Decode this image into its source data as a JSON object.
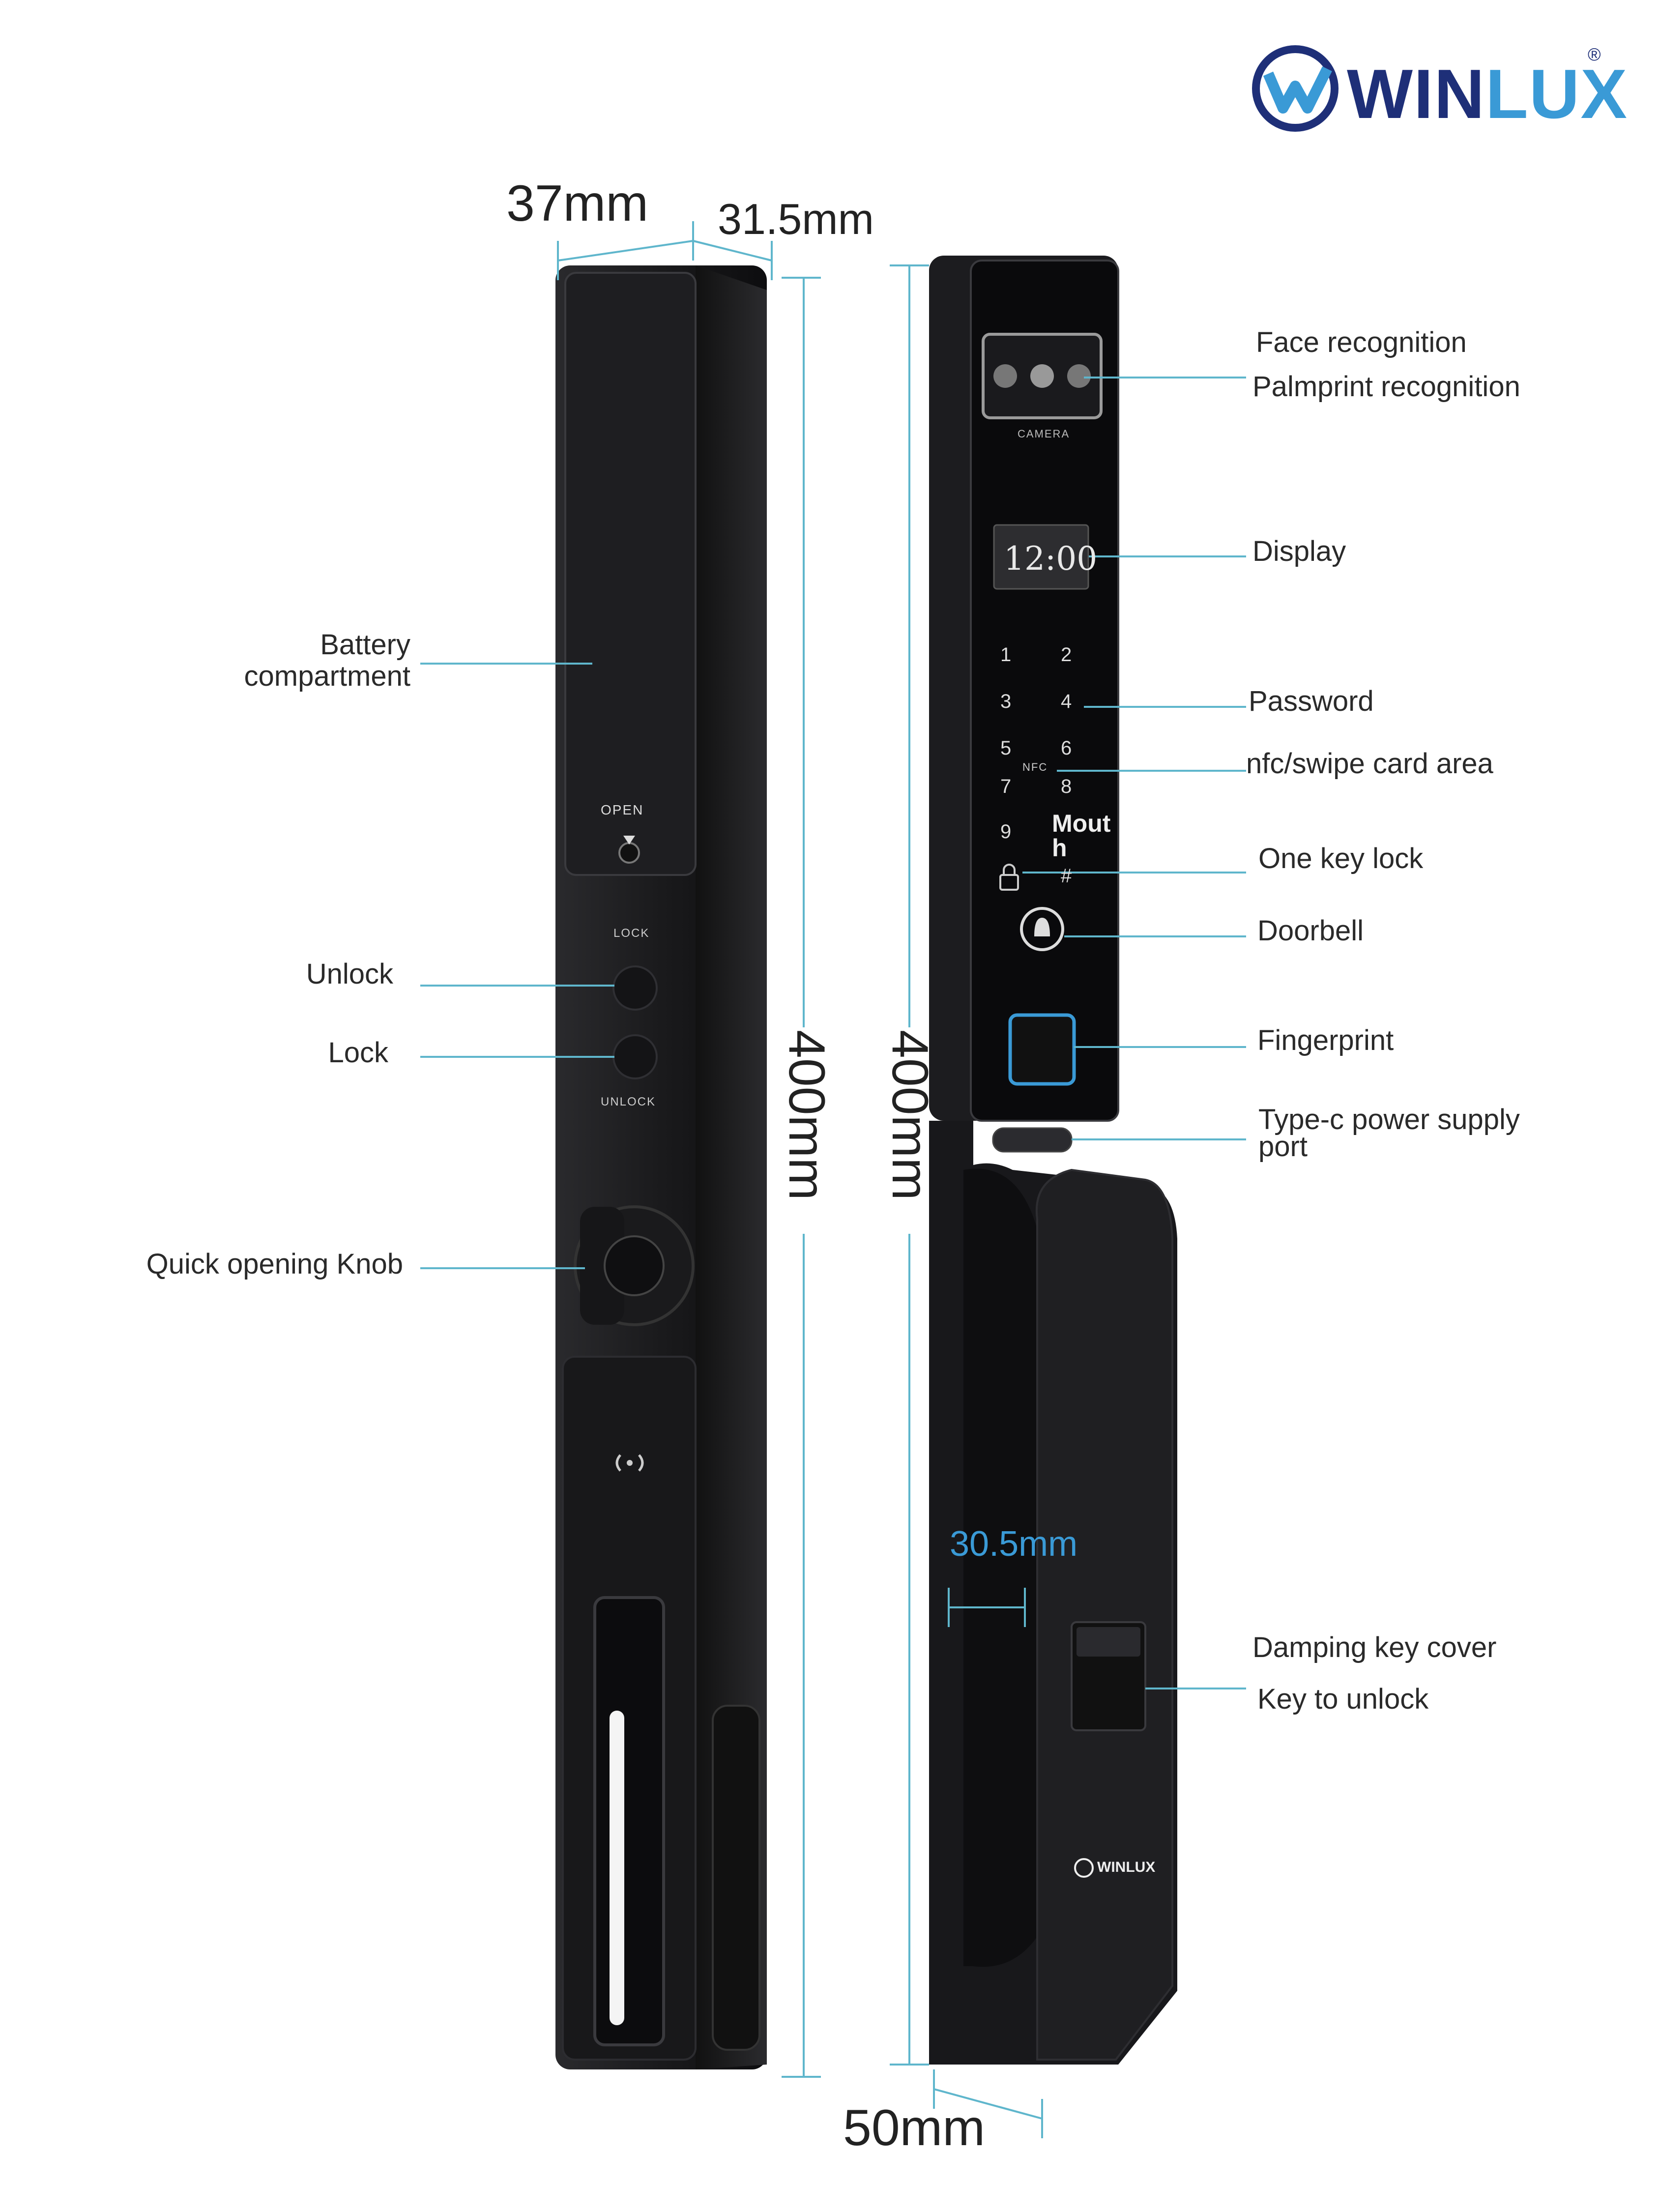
{
  "brand": {
    "name_part1": "WIN",
    "name_part2": "LUX",
    "registered": "®",
    "small_logo": "WINLUX"
  },
  "dimensions": {
    "width_front": "37mm",
    "depth_top": "31.5mm",
    "height_left": "400mm",
    "height_right": "400mm",
    "bottom_width": "50mm",
    "handle_depth": "30.5mm"
  },
  "left_labels": {
    "battery_line1": "Battery",
    "battery_line2": "compartment",
    "unlock": "Unlock",
    "lock": "Lock",
    "knob": "Quick opening Knob"
  },
  "right_labels": {
    "face": "Face recognition",
    "palm": "Palmprint recognition",
    "display": "Display",
    "password": "Password",
    "nfc": "nfc/swipe card area",
    "one_key": "One key lock",
    "doorbell": "Doorbell",
    "fingerprint": "Fingerprint",
    "typec_line1": "Type-c power supply",
    "typec_line2": "port",
    "damping": "Damping key cover",
    "key_unlock": "Key to unlock"
  },
  "device_text": {
    "camera": "CAMERA",
    "clock": "12:00",
    "open": "OPEN",
    "lock_btn": "LOCK",
    "unlock_btn": "UNLOCK",
    "nfc": "NFC",
    "keys": [
      "1",
      "2",
      "3",
      "4",
      "5",
      "6",
      "7",
      "8",
      "9",
      "Mout\nh",
      "#"
    ],
    "mouth_line1": "Mout",
    "mouth_line2": "h"
  },
  "colors": {
    "leader": "#5fb6cc",
    "body": "#1b1b1d",
    "panel": "#0c0c0e",
    "accent_blue": "#3a9ad6",
    "brand_dark": "#1e2f78"
  }
}
